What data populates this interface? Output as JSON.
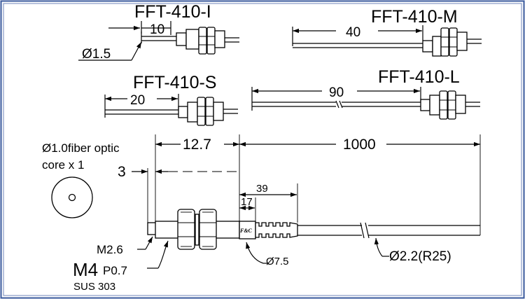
{
  "models": {
    "i": "FFT-410-I",
    "m": "FFT-410-M",
    "s": "FFT-410-S",
    "l": "FFT-410-L"
  },
  "dims": {
    "i_len": "10",
    "i_dia": "Ø1.5",
    "m_len": "40",
    "s_len": "20",
    "l_len": "90",
    "thread_len": "12.7",
    "cable_len": "1000",
    "tip_len": "3",
    "sleeve_len": "39",
    "sleeve_short": "17",
    "sleeve_dia": "Ø7.5",
    "cable_dia": "Ø2.2(R25)"
  },
  "note": {
    "line1": "Ø1.0fiber optic",
    "line2": "core x 1"
  },
  "labels": {
    "m26": "M2.6",
    "m4": "M4",
    "pitch": "P0.7",
    "material": "SUS 303",
    "logo": "F&C"
  }
}
